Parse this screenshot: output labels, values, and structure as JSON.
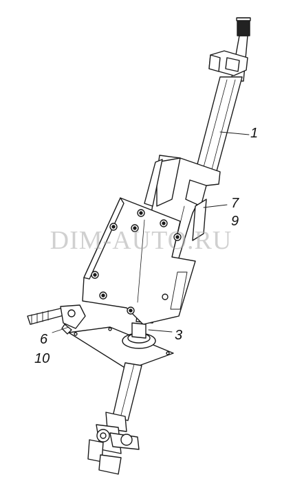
{
  "watermark": "DIM-AUTO.RU",
  "callouts": {
    "c1": "1",
    "c7": "7",
    "c9": "9",
    "c3": "3",
    "c6": "6",
    "c10": "10"
  }
}
